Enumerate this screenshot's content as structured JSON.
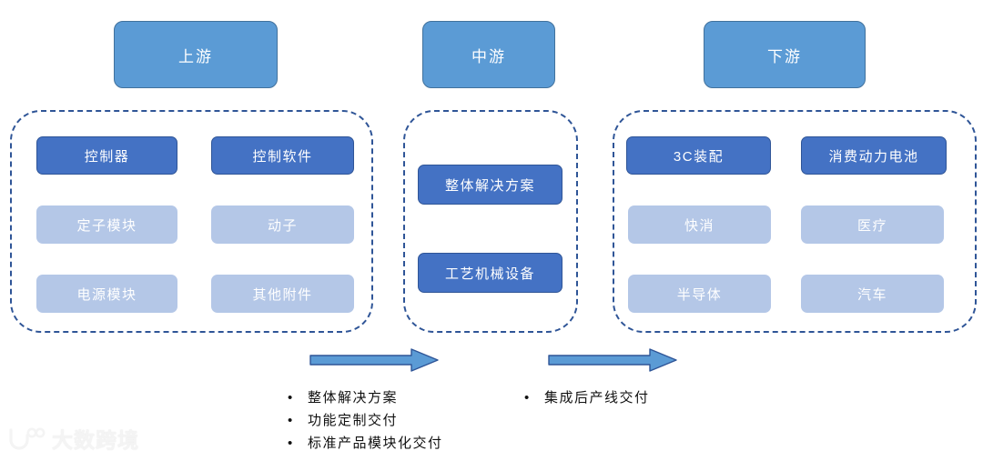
{
  "diagram": {
    "type": "value-chain",
    "tiers": [
      {
        "key": "upstream",
        "header": "上游",
        "items": [
          {
            "label": "控制器",
            "style": "dark"
          },
          {
            "label": "控制软件",
            "style": "dark"
          },
          {
            "label": "定子模块",
            "style": "light"
          },
          {
            "label": "动子",
            "style": "light"
          },
          {
            "label": "电源模块",
            "style": "light"
          },
          {
            "label": "其他附件",
            "style": "light"
          }
        ]
      },
      {
        "key": "midstream",
        "header": "中游",
        "items": [
          {
            "label": "整体解决方案",
            "style": "dark"
          },
          {
            "label": "工艺机械设备",
            "style": "dark"
          }
        ]
      },
      {
        "key": "downstream",
        "header": "下游",
        "items": [
          {
            "label": "3C装配",
            "style": "dark"
          },
          {
            "label": "消费动力电池",
            "style": "dark"
          },
          {
            "label": "快消",
            "style": "light"
          },
          {
            "label": "医疗",
            "style": "light"
          },
          {
            "label": "半导体",
            "style": "light"
          },
          {
            "label": "汽车",
            "style": "light"
          }
        ]
      }
    ],
    "arrows": [
      {
        "key": "upstream-to-midstream",
        "direction": "right"
      },
      {
        "key": "midstream-to-downstream",
        "direction": "right"
      }
    ],
    "notes": [
      {
        "key": "upstream-to-midstream-notes",
        "bullet": "•",
        "items": [
          "整体解决方案",
          "功能定制交付",
          "标准产品模块化交付"
        ]
      },
      {
        "key": "midstream-to-downstream-notes",
        "bullet": "•",
        "items": [
          "集成后产线交付"
        ]
      }
    ]
  },
  "watermark": {
    "text": "大数跨境",
    "logo": "dashuquajing-logo-icon"
  },
  "colors": {
    "header_fill": "#5b9bd5",
    "header_stroke": "#41719c",
    "dark_box": "#4472c4",
    "dark_box_stroke": "#2f5597",
    "light_box": "#b4c7e7",
    "dashed_border": "#2f5597",
    "arrow_fill": "#5b9bd5",
    "arrow_stroke": "#2f5597",
    "text_light": "#ffffff",
    "text_dark": "#111111",
    "background": "#ffffff"
  }
}
